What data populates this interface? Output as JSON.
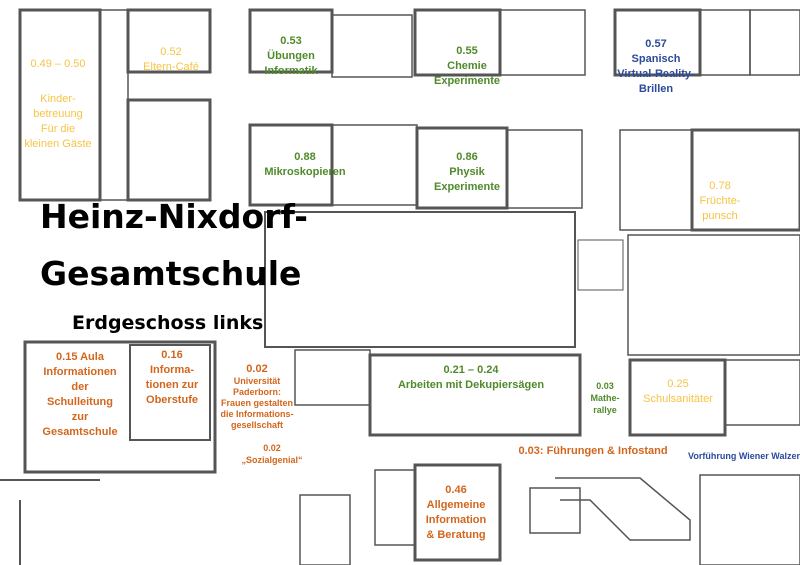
{
  "title": {
    "line1": "Heinz-Nixdorf-",
    "line2": "Gesamtschule",
    "subtitle": "Erdgeschoss links"
  },
  "colors": {
    "yellow": "#f6c445",
    "green": "#4f8a2b",
    "blue": "#2b4a9b",
    "orange": "#d2661d"
  },
  "rooms": [
    {
      "number": "0.49 – 0.50",
      "lines": [
        "Kinder-",
        "betreuung",
        "Für die",
        "kleinen Gäste"
      ]
    },
    {
      "number": "0.52",
      "lines": [
        "Eltern-Café"
      ]
    },
    {
      "number": "0.53",
      "lines": [
        "Übungen",
        "Informatik"
      ]
    },
    {
      "number": "0.55",
      "lines": [
        "Chemie",
        "Experimente"
      ]
    },
    {
      "number": "0.57",
      "lines": [
        "Spanisch",
        "Virtual-Reality-",
        "Brillen"
      ]
    },
    {
      "number": "0.88",
      "lines": [
        "Mikroskopieren"
      ]
    },
    {
      "number": "0.86",
      "lines": [
        "Physik",
        "Experimente"
      ]
    },
    {
      "number": "0.78",
      "lines": [
        "Früchte-",
        "punsch"
      ]
    },
    {
      "number": "0.15 Aula",
      "lines": [
        "Informationen",
        "der",
        "Schulleitung",
        "zur",
        "Gesamtschule"
      ]
    },
    {
      "number": "0.16",
      "lines": [
        "Informa-",
        "tionen zur",
        "Oberstufe"
      ]
    },
    {
      "number": "0.02",
      "lines": [
        "Universität",
        "Paderborn:",
        "Frauen gestalten",
        "die Informations-",
        "gesellschaft"
      ]
    },
    {
      "number": "0.02",
      "lines": [
        "„Sozialgenial“"
      ]
    },
    {
      "number": "0.21 – 0.24",
      "lines": [
        "Arbeiten mit Dekupiersägen"
      ]
    },
    {
      "number": "0.03",
      "lines": [
        "Mathe-",
        "rallye"
      ]
    },
    {
      "number": "0.25",
      "lines": [
        "Schulsanitäter"
      ]
    },
    {
      "number": "0.46",
      "lines": [
        "Allgemeine",
        "Information",
        "& Beratung"
      ]
    }
  ],
  "annotations": {
    "infostand": "0.03: Führungen & Infostand",
    "walzer": "Vorführung Wiener Walzer"
  }
}
